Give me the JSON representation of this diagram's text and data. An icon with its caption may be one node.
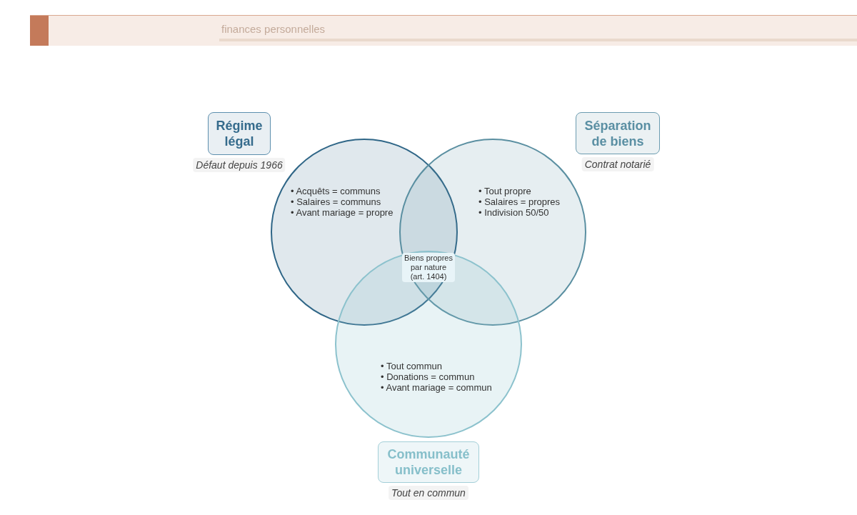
{
  "diagram": {
    "nodes": [
      {
        "text": [
          "finances personnelles"
        ]
      },
      {
        "text": [
          "Régime légal"
        ],
        "beside": [
          "Défaut depuis 1966"
        ]
      },
      {
        "text": [
          "• Acquêts = communs",
          "• Salaires = communs",
          "• Avant mariage = propre"
        ]
      },
      {
        "text": [
          "Séparation de biens"
        ],
        "beside": [
          "Contrat notarié"
        ]
      },
      {
        "text": [
          "• Tout propre",
          "• Salaires = propres",
          "• Indivision 50/50"
        ]
      },
      {
        "text": [
          "• Tout commun",
          "• Donations = commun",
          "• Avant mariage = commun"
        ]
      },
      {
        "text": [
          "Communauté universelle"
        ],
        "beside": [
          "Tout en commun"
        ]
      }
    ],
    "labels": [
      "Biens propres par nature (art. 1404)"
    ]
  }
}
